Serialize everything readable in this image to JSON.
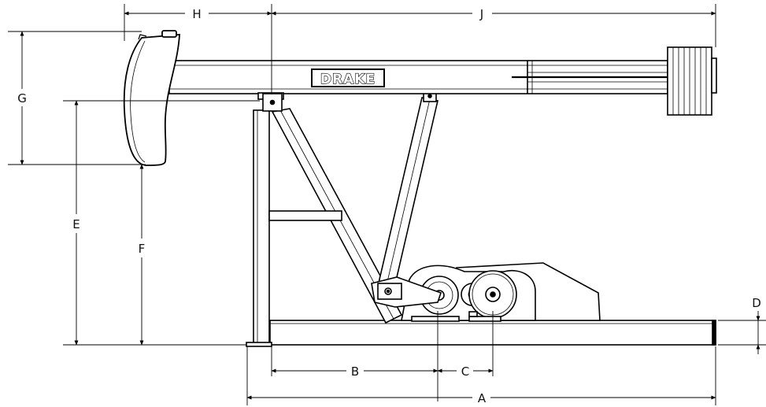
{
  "brand": {
    "label": "DRAKE"
  },
  "dimensions": {
    "A": "A",
    "B": "B",
    "C": "C",
    "D": "D",
    "E": "E",
    "F": "F",
    "G": "G",
    "H": "H",
    "J": "J"
  }
}
